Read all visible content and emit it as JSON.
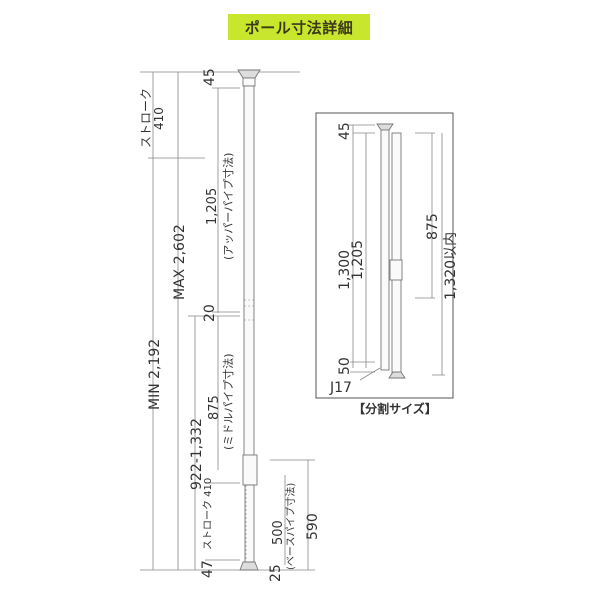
{
  "title": "ポール寸法詳細",
  "colors": {
    "title_badge": "#c8e62d",
    "line": "#888888",
    "text": "#333333"
  },
  "main_diagram": {
    "labels": {
      "stroke_top": "ストローク",
      "stroke_top_value": "410",
      "max": "MAX 2,602",
      "min": "MIN 2,192",
      "range": "922-1,332",
      "stroke_bottom": "ストローク 410",
      "top_gap": "45",
      "upper_pipe_value": "1,205",
      "upper_pipe_name": "(アッパーパイプ寸法)",
      "joint_gap": "20",
      "middle_pipe_value": "875",
      "middle_pipe_name": "(ミドルパイプ寸法)",
      "base_pipe_value": "500",
      "base_pipe_name": "(ベースパイプ寸法)",
      "base_total": "590",
      "bottom_47": "47",
      "bottom_25": "25"
    }
  },
  "split_diagram": {
    "caption": "【分割サイズ】",
    "labels": {
      "top_gap": "45",
      "length_1": "1,300",
      "length_2": "1,205",
      "middle": "875",
      "max_within": "1,320以内",
      "bottom_gap": "50",
      "part_code": "J17"
    }
  }
}
